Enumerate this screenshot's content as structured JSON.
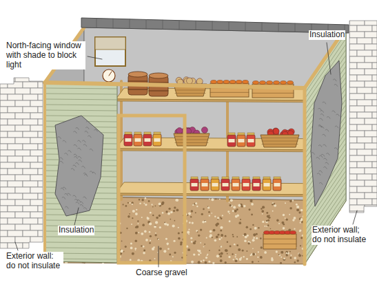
{
  "diagram": {
    "labels": [
      "North-facing window with shade to block light",
      "Insulation",
      "Exterior wall; do not insulate",
      "Insulation",
      "Exterior wall: do not insulate",
      "Coarse gravel"
    ]
  }
}
